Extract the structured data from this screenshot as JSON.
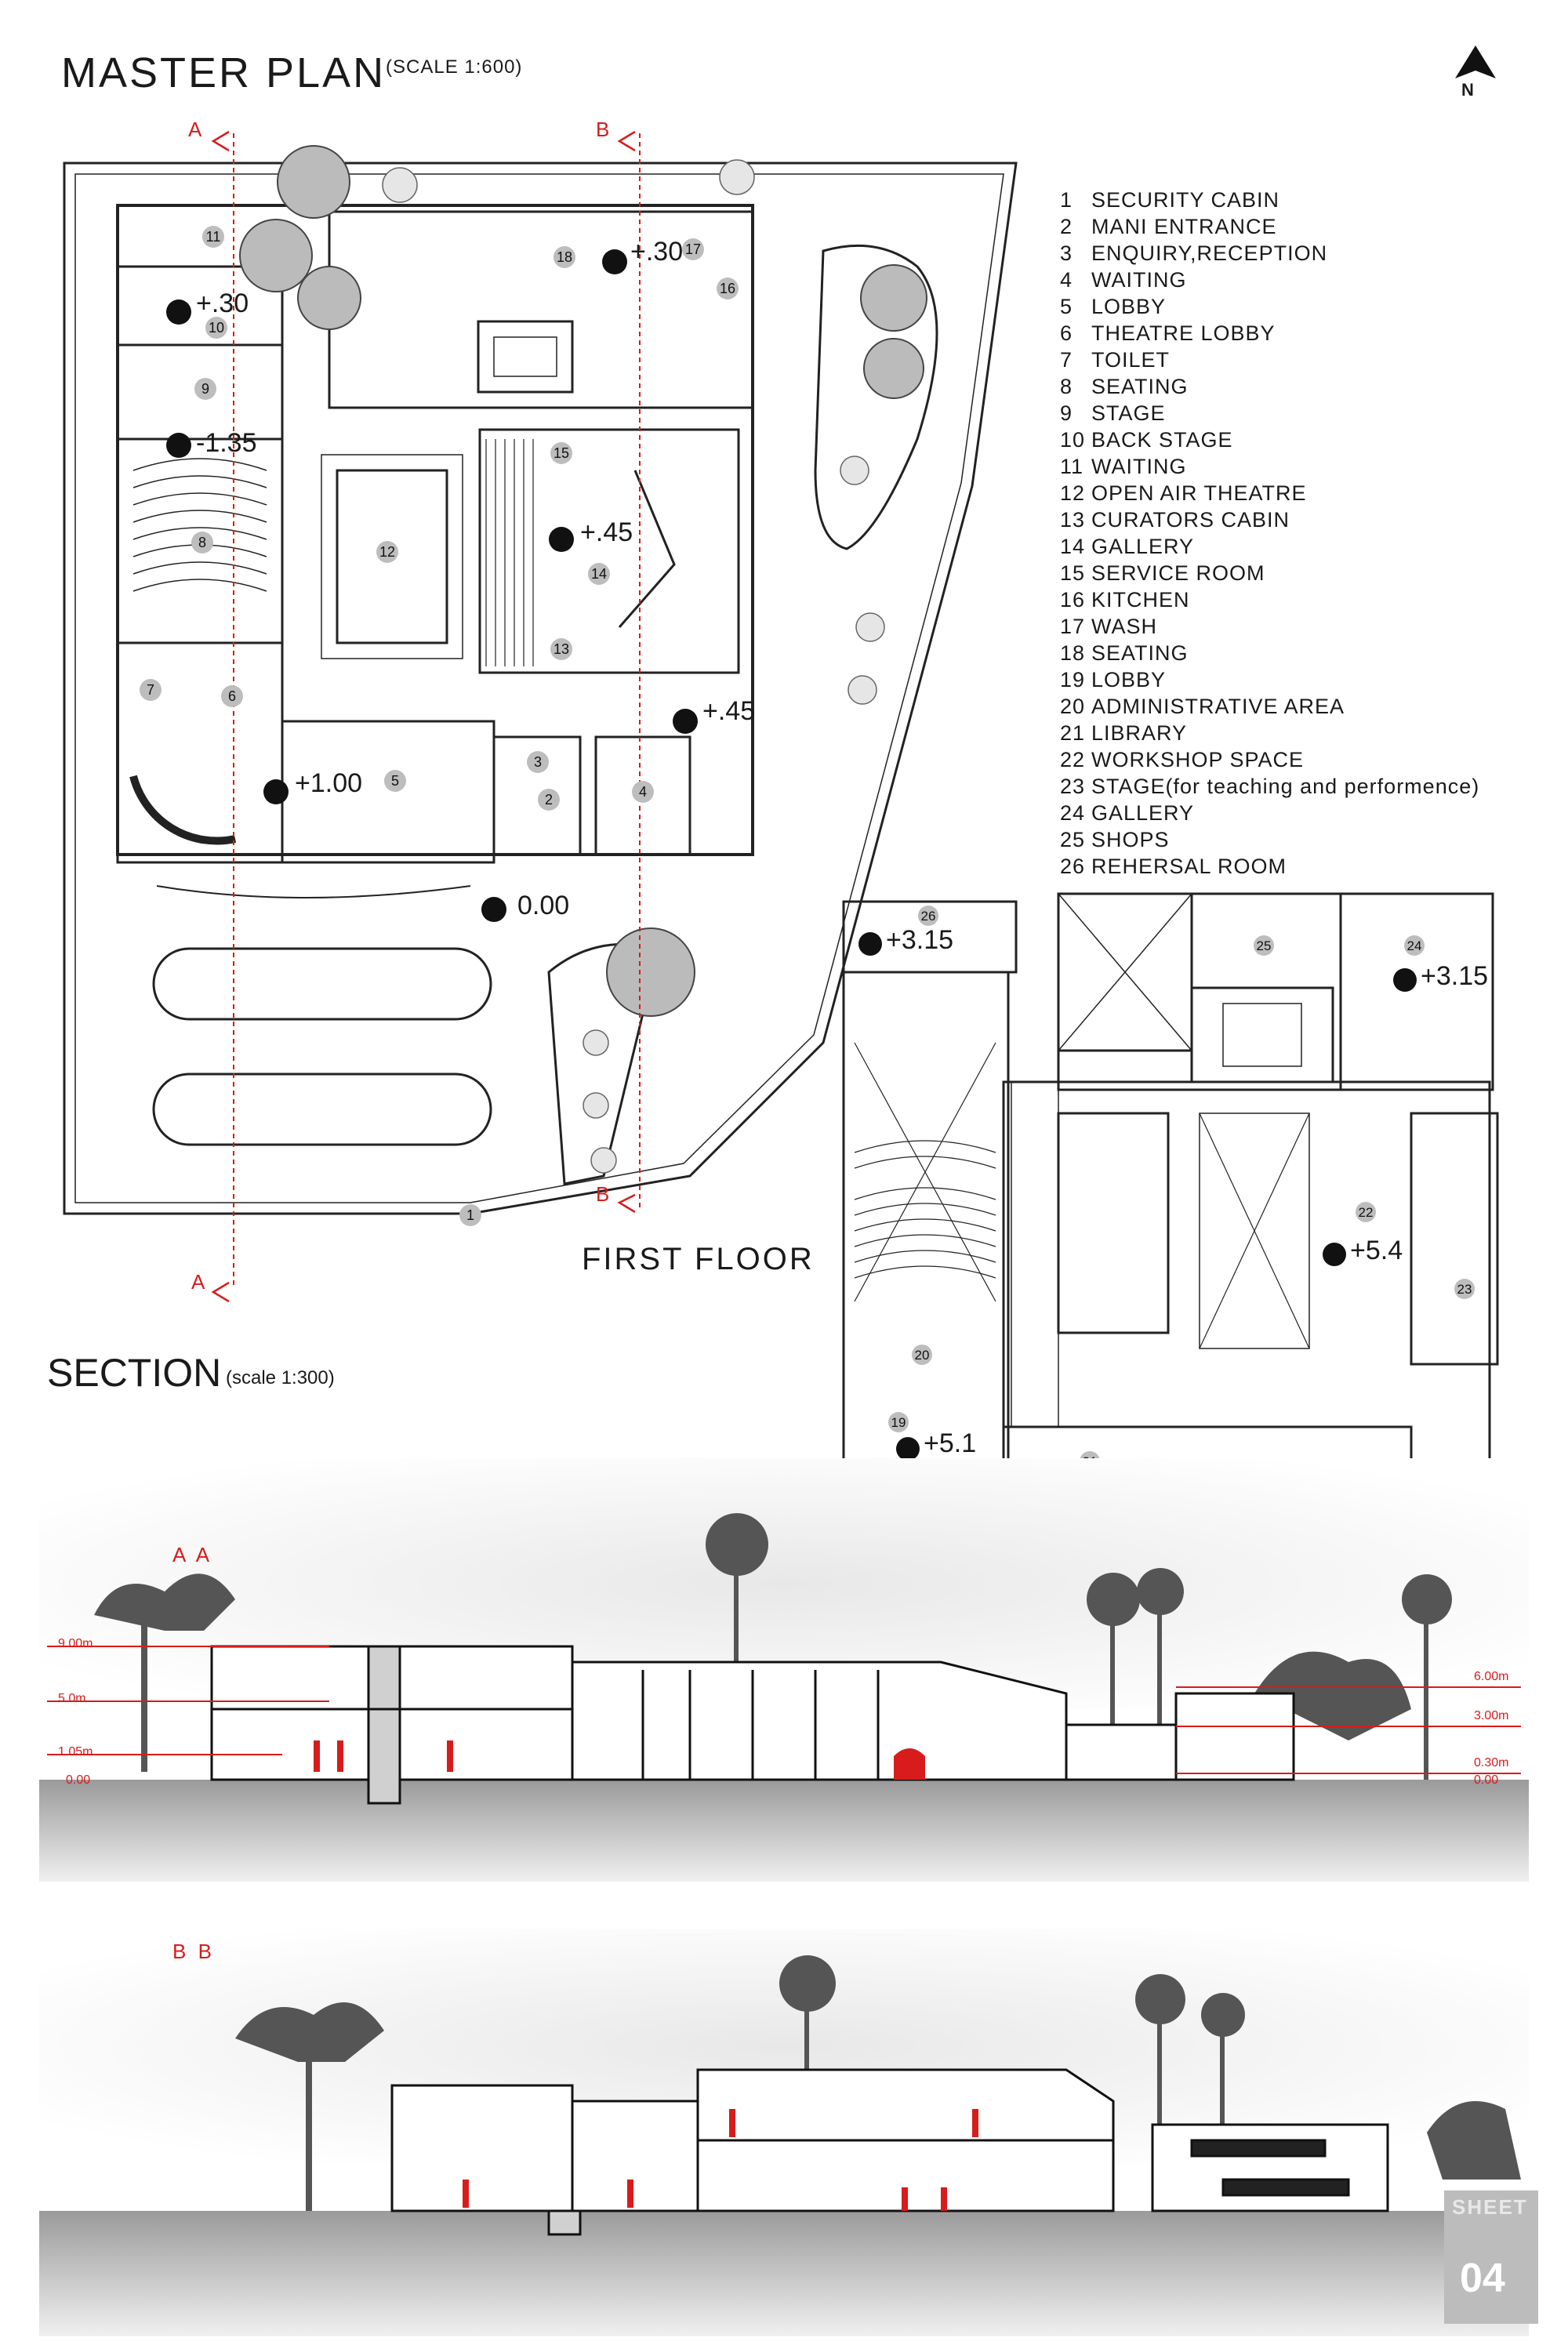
{
  "header": {
    "title": "MASTER  PLAN",
    "scale": "(SCALE 1:600)",
    "north": "N"
  },
  "section_header": {
    "title": "SECTION",
    "scale": "(scale 1:300)"
  },
  "first_floor_label": "FIRST  FLOOR",
  "section_markers": {
    "a": "A",
    "b": "B"
  },
  "legend": [
    {
      "n": "1",
      "label": "SECURITY CABIN"
    },
    {
      "n": "2",
      "label": "MANI  ENTRANCE"
    },
    {
      "n": "3",
      "label": "ENQUIRY,RECEPTION"
    },
    {
      "n": "4",
      "label": "WAITING"
    },
    {
      "n": "5",
      "label": "LOBBY"
    },
    {
      "n": "6",
      "label": "THEATRE  LOBBY"
    },
    {
      "n": "7",
      "label": "TOILET"
    },
    {
      "n": "8",
      "label": "SEATING"
    },
    {
      "n": "9",
      "label": "STAGE"
    },
    {
      "n": "10",
      "label": "BACK STAGE"
    },
    {
      "n": "11",
      "label": "WAITING"
    },
    {
      "n": "12",
      "label": "OPEN AIR THEATRE"
    },
    {
      "n": "13",
      "label": "CURATORS CABIN"
    },
    {
      "n": "14",
      "label": "GALLERY"
    },
    {
      "n": "15",
      "label": "SERVICE ROOM"
    },
    {
      "n": "16",
      "label": "KITCHEN"
    },
    {
      "n": "17",
      "label": "WASH"
    },
    {
      "n": "18",
      "label": "SEATING"
    },
    {
      "n": "19",
      "label": "LOBBY"
    },
    {
      "n": "20",
      "label": "ADMINISTRATIVE AREA"
    },
    {
      "n": "21",
      "label": "LIBRARY"
    },
    {
      "n": "22",
      "label": "WORKSHOP SPACE"
    },
    {
      "n": "23",
      "label": "STAGE(for teaching and performence)"
    },
    {
      "n": "24",
      "label": "GALLERY"
    },
    {
      "n": "25",
      "label": "SHOPS"
    },
    {
      "n": "26",
      "label": "REHERSAL ROOM"
    }
  ],
  "master_levels": {
    "l30a": "+.30",
    "l30b": "+.30",
    "lm135": "-1.35",
    "l45a": "+.45",
    "l45b": "+.45",
    "l100": "+1.00",
    "l000": "0.00"
  },
  "first_floor_levels": {
    "l315a": "+3.15",
    "l315b": "+3.15",
    "l54": "+5.4",
    "l51": "+5.1"
  },
  "section_aa": {
    "label": "A A",
    "left_levels": [
      "9.00m",
      "5.0m",
      "1.05m",
      "0.00"
    ],
    "right_levels": [
      "6.00m",
      "3.00m",
      "0.30m",
      "0.00"
    ]
  },
  "section_bb": {
    "label": "B B"
  },
  "sheet": {
    "word": "SHEET",
    "number": "04"
  }
}
